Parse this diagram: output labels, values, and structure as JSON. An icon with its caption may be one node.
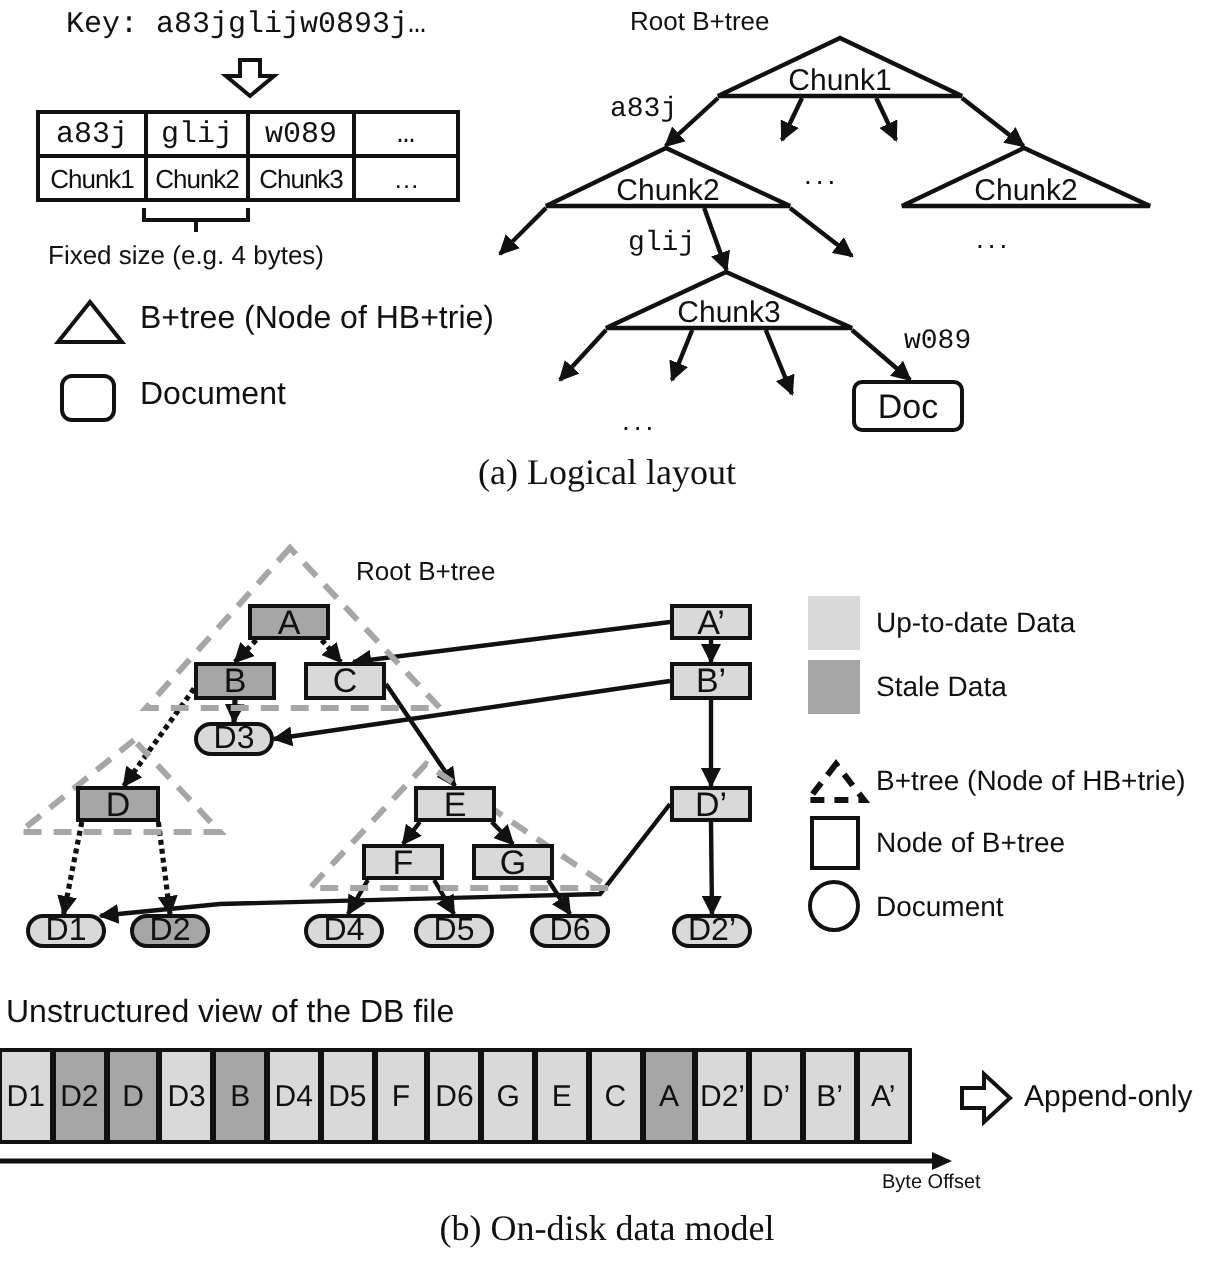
{
  "diagram": {
    "nodes": [
      {
        "text": [
          "Chunk1"
        ],
        "beside": [
          "Root B+tree"
        ]
      },
      {
        "text": [
          "Chunk2"
        ]
      },
      {
        "text": [
          "Chunk2"
        ]
      },
      {
        "text": [
          "Chunk3"
        ]
      },
      {
        "text": [
          "Doc"
        ]
      },
      {
        "text": [
          "Root B+tree"
        ]
      },
      {
        "text": [
          "A"
        ],
        "in": 5
      },
      {
        "text": [
          "B"
        ],
        "in": 5
      },
      {
        "text": [
          "C"
        ],
        "in": 5
      },
      {
        "text": [
          "A’"
        ]
      },
      {
        "text": [
          "B’"
        ]
      },
      {
        "text": [
          "D3"
        ]
      },
      {
        "text": [],
        "shape": "triangle"
      },
      {
        "text": [
          "D"
        ],
        "in": 12
      },
      {
        "text": [],
        "shape": "triangle"
      },
      {
        "text": [
          "E"
        ],
        "in": 14
      },
      {
        "text": [
          "F"
        ],
        "in": 14
      },
      {
        "text": [
          "G"
        ],
        "in": 14
      },
      {
        "text": [
          "D’"
        ]
      },
      {
        "text": [
          "D1"
        ]
      },
      {
        "text": [
          "D2"
        ]
      },
      {
        "text": [
          "D4"
        ]
      },
      {
        "text": [
          "D5"
        ]
      },
      {
        "text": [
          "D6"
        ]
      },
      {
        "text": [
          "D2’"
        ]
      }
    ],
    "edges": [
      {
        "from": 0,
        "to": 1,
        "arrow": "to",
        "label": "a83j"
      },
      {
        "from": 0,
        "to": null,
        "arrow": "to"
      },
      {
        "from": 0,
        "to": null,
        "arrow": "to"
      },
      {
        "from": 0,
        "to": 2,
        "arrow": "to"
      },
      {
        "from": 1,
        "to": null,
        "arrow": "to"
      },
      {
        "from": 1,
        "to": 3,
        "arrow": "to",
        "label": "glij"
      },
      {
        "from": 1,
        "to": null,
        "arrow": "to"
      },
      {
        "from": 3,
        "to": null,
        "arrow": "to"
      },
      {
        "from": 3,
        "to": null,
        "arrow": "to"
      },
      {
        "from": 3,
        "to": null,
        "arrow": "to"
      },
      {
        "from": 3,
        "to": 4,
        "arrow": "to",
        "label": "w089"
      },
      {
        "from": 6,
        "to": 7,
        "arrow": "to",
        "style": "dashed"
      },
      {
        "from": 6,
        "to": 8,
        "arrow": "to",
        "style": "dashed"
      },
      {
        "from": 7,
        "to": 11,
        "arrow": "to",
        "style": "dashed"
      },
      {
        "from": 7,
        "to": 13,
        "arrow": "to",
        "style": "dashed"
      },
      {
        "from": 13,
        "to": 19,
        "arrow": "to",
        "style": "dashed"
      },
      {
        "from": 13,
        "to": 20,
        "arrow": "to",
        "style": "dashed"
      },
      {
        "from": 8,
        "to": 15,
        "arrow": "to"
      },
      {
        "from": 15,
        "to": 16,
        "arrow": "to"
      },
      {
        "from": 15,
        "to": 17,
        "arrow": "to"
      },
      {
        "from": 16,
        "to": 21,
        "arrow": "to"
      },
      {
        "from": 16,
        "to": 22,
        "arrow": "to"
      },
      {
        "from": 17,
        "to": 23,
        "arrow": "to"
      },
      {
        "from": 9,
        "to": 8,
        "arrow": "to"
      },
      {
        "from": 10,
        "to": 11,
        "arrow": "to"
      },
      {
        "from": 18,
        "to": 19,
        "arrow": "to"
      },
      {
        "from": 9,
        "to": 10,
        "arrow": "to"
      },
      {
        "from": 10,
        "to": 18,
        "arrow": "to"
      },
      {
        "from": 18,
        "to": 24,
        "arrow": "to"
      }
    ],
    "labels": [
      "Key: a83jglijw0893j…",
      "a83j",
      "glij",
      "w089",
      "…",
      "Chunk1",
      "Chunk2",
      "Chunk3",
      "…",
      "Fixed size (e.g. 4 bytes)",
      "...",
      "...",
      "...",
      "(a) Logical layout",
      "Unstructured view of the DB file",
      "D1",
      "D2",
      "D",
      "D3",
      "B",
      "D4",
      "D5",
      "F",
      "D6",
      "G",
      "E",
      "C",
      "A",
      "D2’",
      "D’",
      "B’",
      "A’",
      "Append-only",
      "Byte Offset",
      "(b) On-disk data model"
    ],
    "legend": [
      {
        "text": "B+tree (Node of HB+trie)"
      },
      {
        "text": "Document"
      },
      {
        "text": "Up-to-date Data",
        "color": "#d9d9d9"
      },
      {
        "text": "Stale Data",
        "color": "#a6a6a6"
      },
      {
        "text": "B+tree (Node of HB+trie)"
      },
      {
        "text": "Node of B+tree"
      },
      {
        "text": "Document"
      }
    ]
  }
}
